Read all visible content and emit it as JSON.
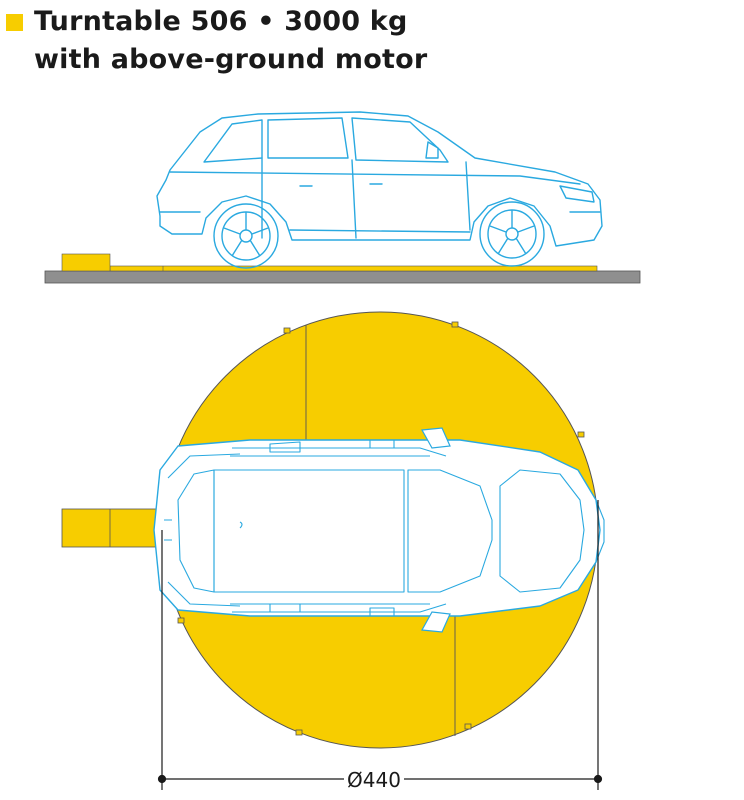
{
  "title": {
    "line1": "Turntable 506 • 3000 kg",
    "line2": "with above-ground motor"
  },
  "dimension": {
    "diameter_label": "Ø440"
  },
  "colors": {
    "accent_yellow": "#f7cd00",
    "car_outline": "#2aa9e0",
    "ground_gray": "#8f8f8f",
    "line_dark": "#1a1a1a"
  }
}
